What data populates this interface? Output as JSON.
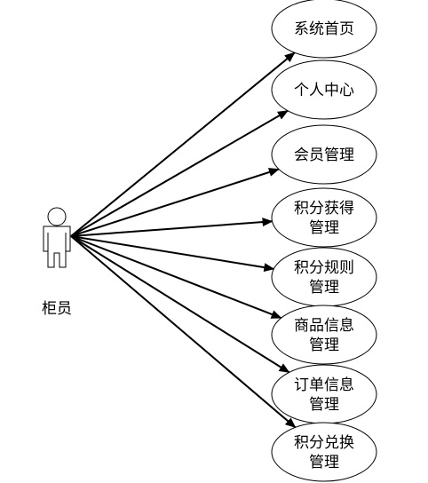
{
  "actor": {
    "label": "柜员"
  },
  "use_cases": [
    {
      "id": "uc1",
      "lines": [
        "系统首页"
      ]
    },
    {
      "id": "uc2",
      "lines": [
        "个人中心"
      ]
    },
    {
      "id": "uc3",
      "lines": [
        "会员管理"
      ]
    },
    {
      "id": "uc4",
      "lines": [
        "积分获得",
        "管理"
      ]
    },
    {
      "id": "uc5",
      "lines": [
        "积分规则",
        "管理"
      ]
    },
    {
      "id": "uc6",
      "lines": [
        "商品信息",
        "管理"
      ]
    },
    {
      "id": "uc7",
      "lines": [
        "订单信息",
        "管理"
      ]
    },
    {
      "id": "uc8",
      "lines": [
        "积分兑换",
        "管理"
      ]
    }
  ],
  "colors": {
    "stroke": "#000000",
    "fill": "#ffffff"
  }
}
